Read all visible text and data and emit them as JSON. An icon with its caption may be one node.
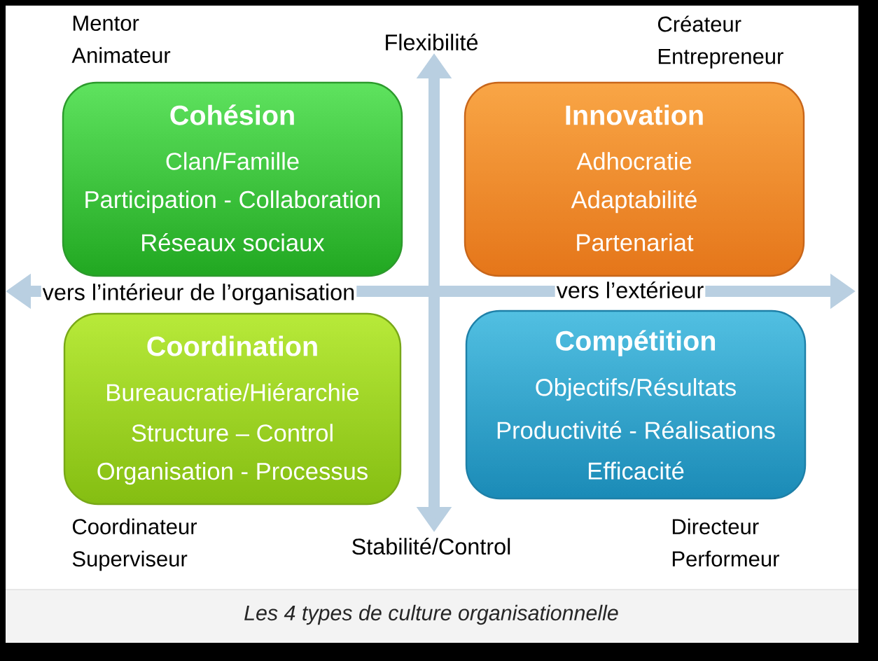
{
  "diagram": {
    "caption": "Les 4 types de culture organisationnelle",
    "nodes": [
      {
        "text": [
          "Cohésion",
          "Clan/Famille",
          "Participation - Collaboration",
          "Réseaux sociaux"
        ],
        "beside": [
          "Mentor Animateur"
        ]
      },
      {
        "text": [
          "Innovation",
          "Adhocratie",
          "Adaptabilité",
          "Partenariat"
        ],
        "beside": [
          "Créateur Entrepreneur"
        ]
      },
      {
        "text": [
          "Coordination",
          "Bureaucratie/Hiérarchie",
          "Structure – Control",
          "Organisation - Processus"
        ],
        "beside": [
          "Coordinateur Superviseur"
        ]
      },
      {
        "text": [
          "Compétition",
          "Objectifs/Résultats",
          "Productivité - Réalisations",
          "Efficacité"
        ],
        "beside": [
          "Directeur Performeur"
        ]
      }
    ],
    "labels": [
      "Flexibilité",
      "vers l’intérieur de l’organisation",
      "vers l’extérieur",
      "Stabilité/Control"
    ]
  }
}
